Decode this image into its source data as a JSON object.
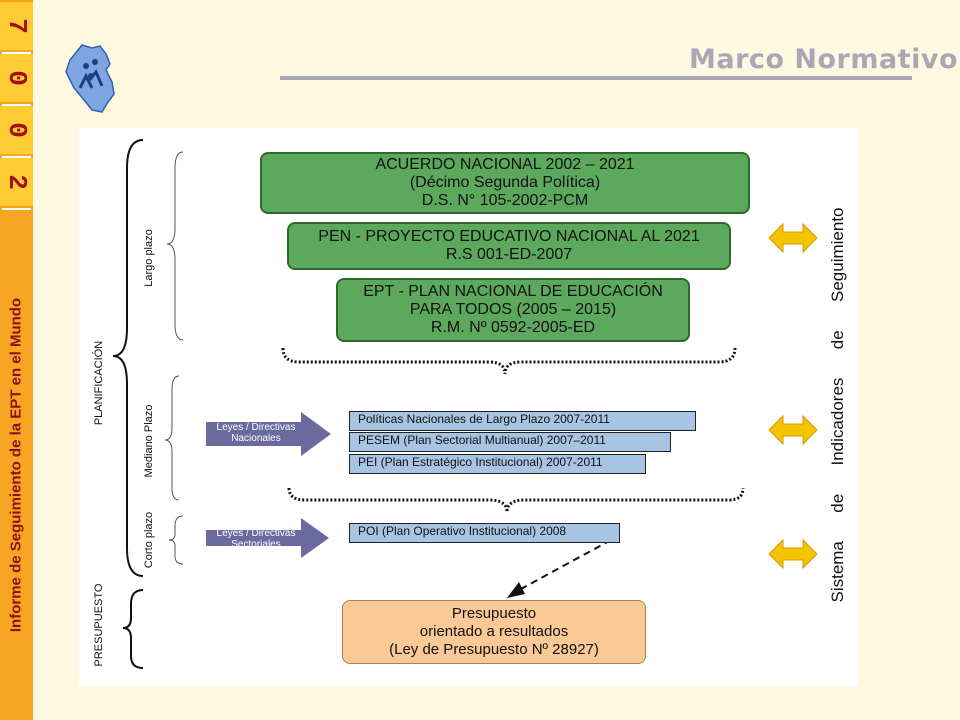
{
  "sidebar": {
    "year_digits": [
      "7",
      "0",
      "0",
      "2"
    ],
    "report_title": "Informe de Seguimiento de la EPT en el Mundo"
  },
  "header": {
    "title": "Marco Normativo"
  },
  "diagram": {
    "planning_label": "PLANIFICACIÓN",
    "budget_label": "PRESUPUESTO",
    "long_term_label": "Largo plazo",
    "medium_term_label": "Mediano Plazo",
    "short_term_label": "Corto plazo",
    "green_boxes": [
      {
        "lines": [
          "ACUERDO NACIONAL 2002 – 2021",
          "(Décimo Segunda Política)",
          "D.S. N° 105-2002-PCM"
        ]
      },
      {
        "lines": [
          "PEN - PROYECTO EDUCATIVO NACIONAL AL 2021",
          "R.S 001-ED-2007"
        ]
      },
      {
        "lines": [
          "EPT - PLAN NACIONAL DE EDUCACIÓN",
          "PARA TODOS (2005 – 2015)",
          "R.M. Nº 0592-2005-ED"
        ]
      }
    ],
    "medium_items": [
      "Políticas Nacionales de Largo Plazo 2007-2011",
      "PESEM (Plan Sectorial Multianual) 2007–2011",
      "PEI (Plan Estratégico Institucional) 2007-2011"
    ],
    "short_item": "POI (Plan Operativo Institucional) 2008",
    "arrow_nacionales": [
      "Leyes / Directivas",
      "Nacionales"
    ],
    "arrow_sectoriales": [
      "Leyes / Directivas",
      "Sectoriales"
    ],
    "budget_box": [
      "Presupuesto",
      "orientado a resultados",
      "(Ley de Presupuesto Nº 28927)"
    ],
    "system_label_words": [
      "Sistema",
      "de",
      "Indicadores",
      "de",
      "Seguimiento"
    ],
    "colors": {
      "green": "#5ca85c",
      "blue": "#a7c4e3",
      "orange": "#fbc995",
      "yellow_arrow": "#f5c400",
      "purple_arrow": "#6b6a9e"
    }
  }
}
